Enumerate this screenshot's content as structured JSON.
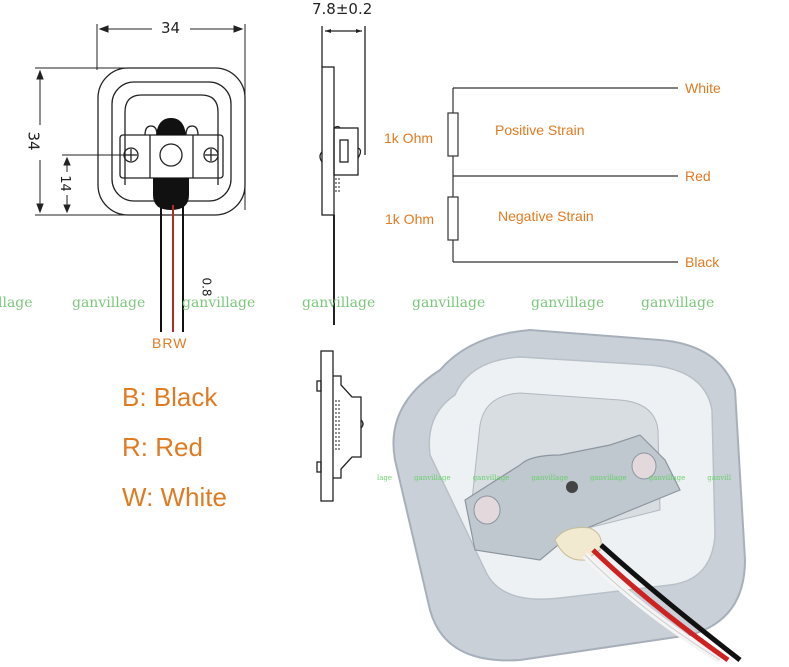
{
  "front_view": {
    "width_dim": "34",
    "height_dim": "34",
    "offset_dim": "14",
    "wire_dim": "0.8",
    "wire_labels": [
      "B",
      "R",
      "W"
    ]
  },
  "side_view": {
    "thickness_dim": "7.8±0.2"
  },
  "circuit": {
    "resistor_top_label": "1k Ohm",
    "resistor_bottom_label": "1k Ohm",
    "top_strain_label": "Positive Strain",
    "bottom_strain_label": "Negative Strain",
    "terminals": [
      "White",
      "Red",
      "Black"
    ]
  },
  "legend": {
    "items": [
      "B: Black",
      "R: Red",
      "W: White"
    ]
  },
  "watermark": {
    "text": "ganvillage",
    "partial_left": "llage",
    "row_count": 6
  },
  "photo": {
    "watermark_fragments": [
      "lage",
      "ganvillage",
      "ganvillage",
      "ganvillage",
      "ganvillage",
      "ganvillage",
      "ganvill"
    ]
  },
  "colors": {
    "label_orange": "#e07b22",
    "watermark_green": "#7cc77c",
    "wire_red": "#b22a2a",
    "wire_black": "#111111",
    "metal": "#c9d0d8"
  }
}
